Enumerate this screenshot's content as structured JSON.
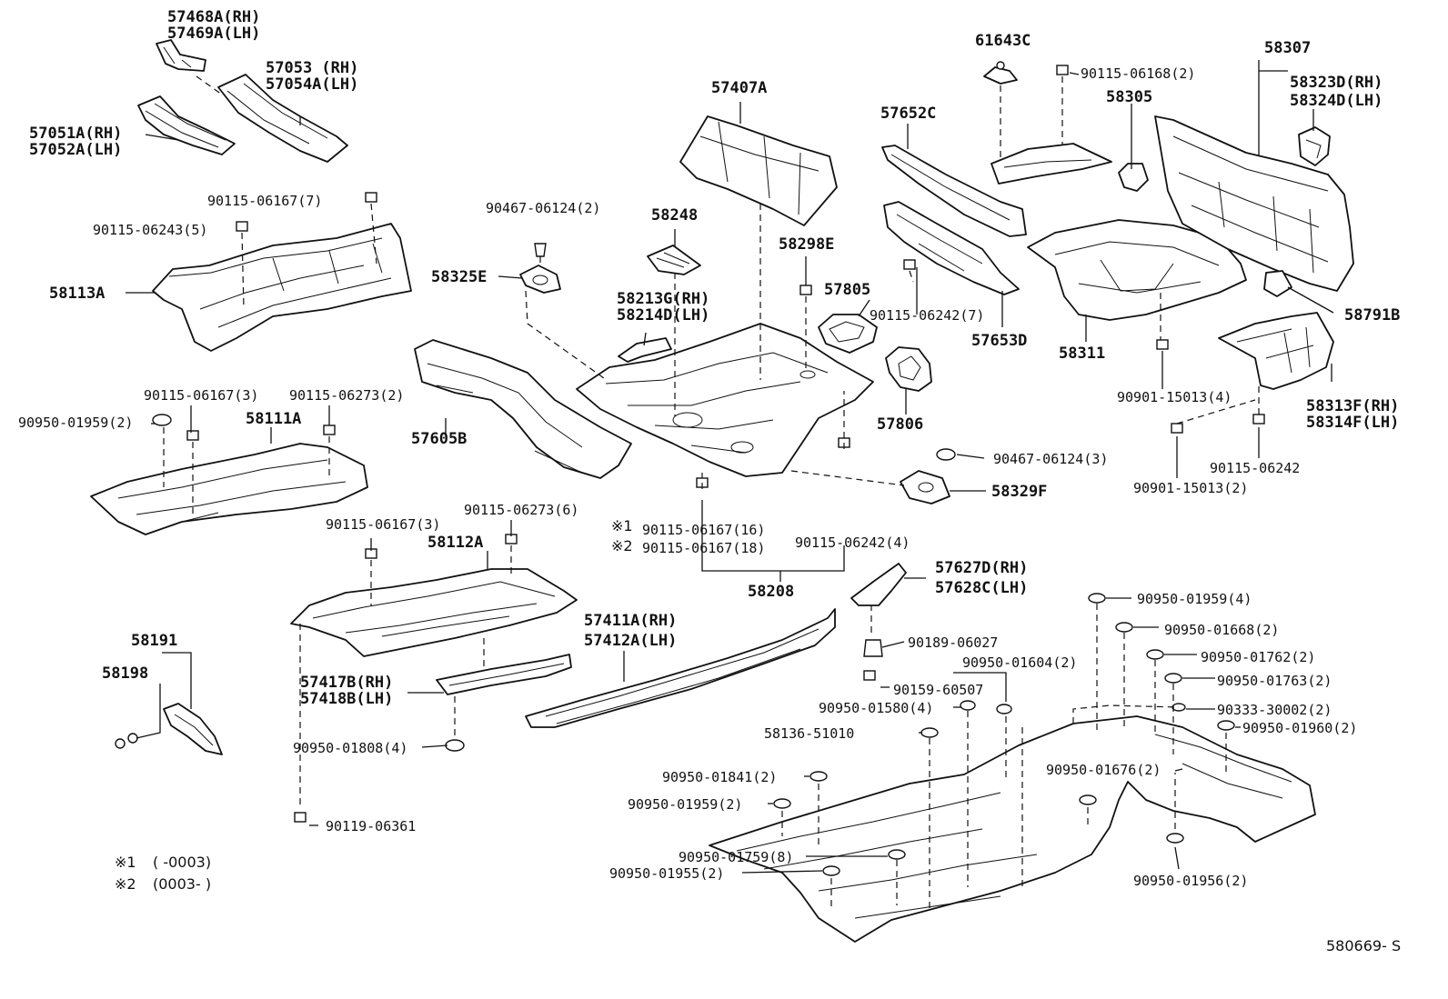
{
  "diagram_id": "580669- S",
  "notes": [
    {
      "mark": "※1",
      "text": "(       -0003)"
    },
    {
      "mark": "※2",
      "text": "(0003-        )"
    }
  ],
  "labels": {
    "l57468A": "57468A(RH)",
    "l57469A": "57469A(LH)",
    "l57053": "57053 (RH)",
    "l57054A": "57054A(LH)",
    "l57051A": "57051A(RH)",
    "l57052A": "57052A(LH)",
    "l90115_06167_7": "90115-06167(7)",
    "l90115_06243_5": "90115-06243(5)",
    "l58113A": "58113A",
    "l57407A": "57407A",
    "l90467_06124_2": "90467-06124(2)",
    "l58248": "58248",
    "l58325E": "58325E",
    "l58213G": "58213G(RH)",
    "l58214D": "58214D(LH)",
    "l58298E": "58298E",
    "l57805": "57805",
    "l57652C": "57652C",
    "l61643C": "61643C",
    "l90115_06168_2": "90115-06168(2)",
    "l58305": "58305",
    "l58307": "58307",
    "l58323D": "58323D(RH)",
    "l58324D": "58324D(LH)",
    "l90115_06242_7": "90115-06242(7)",
    "l57653D": "57653D",
    "l58311": "58311",
    "l58791B": "58791B",
    "l57806": "57806",
    "l90901_15013_4": "90901-15013(4)",
    "l58313F": "58313F(RH)",
    "l58314F": "58314F(LH)",
    "l90115_06167_3a": "90115-06167(3)",
    "l90115_06273_2": "90115-06273(2)",
    "l90950_01959_2a": "90950-01959(2)",
    "l58111A": "58111A",
    "l57605B": "57605B",
    "l90467_06124_3": "90467-06124(3)",
    "l58329F": "58329F",
    "l90115_06242": "90115-06242",
    "l90901_15013_2": "90901-15013(2)",
    "l90115_06273_6": "90115-06273(6)",
    "l90115_06167_3b": "90115-06167(3)",
    "l58112A": "58112A",
    "mark1": "※1",
    "mark2": "※2",
    "l90115_06167_16": "90115-06167(16)",
    "l90115_06167_18": "90115-06167(18)",
    "l90115_06242_4": "90115-06242(4)",
    "l58208": "58208",
    "l57627D": "57627D(RH)",
    "l57628C": "57628C(LH)",
    "l57411A": "57411A(RH)",
    "l57412A": "57412A(LH)",
    "l58191": "58191",
    "l58198": "58198",
    "l57417B": "57417B(RH)",
    "l57418B": "57418B(LH)",
    "l90950_01808_4": "90950-01808(4)",
    "l90119_06361": "90119-06361",
    "l90189_06027": "90189-06027",
    "l90950_01604_2": "90950-01604(2)",
    "l90159_60507": "90159-60507",
    "l90950_01580_4": "90950-01580(4)",
    "l58136_51010": "58136-51010",
    "l90950_01959_4": "90950-01959(4)",
    "l90950_01668_2": "90950-01668(2)",
    "l90950_01762_2": "90950-01762(2)",
    "l90950_01763_2": "90950-01763(2)",
    "l90333_30002_2": "90333-30002(2)",
    "l90950_01960_2": "90950-01960(2)",
    "l90950_01676_2": "90950-01676(2)",
    "l90950_01841_2": "90950-01841(2)",
    "l90950_01959_2b": "90950-01959(2)",
    "l90950_01759_8": "90950-01759(8)",
    "l90950_01955_2": "90950-01955(2)",
    "l90950_01956_2": "90950-01956(2)"
  }
}
